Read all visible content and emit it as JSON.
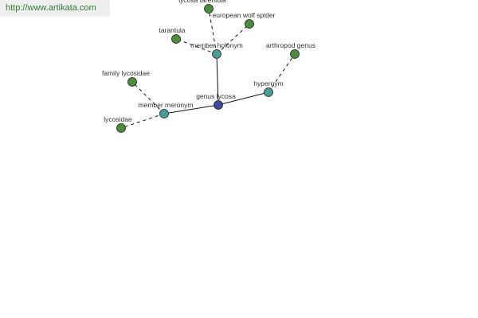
{
  "site": {
    "url": "http://www.artikata.com"
  },
  "graph": {
    "colors": {
      "center": "#3a4aa0",
      "relation": "#4a9c97",
      "leaf": "#4c8d3c"
    },
    "nodes": [
      {
        "id": "genus-lycosa",
        "label": "genus lycosa",
        "kind": "center"
      },
      {
        "id": "member-holonym",
        "label": "member holonym",
        "kind": "relation"
      },
      {
        "id": "hypernym",
        "label": "hypernym",
        "kind": "relation"
      },
      {
        "id": "member-meronym",
        "label": "member meronym",
        "kind": "relation"
      },
      {
        "id": "lycosa-tarentula",
        "label": "lycosa tarentula",
        "kind": "leaf"
      },
      {
        "id": "european-wolf-spider",
        "label": "european wolf spider",
        "kind": "leaf"
      },
      {
        "id": "tarantula",
        "label": "tarantula",
        "kind": "leaf"
      },
      {
        "id": "arthropod-genus",
        "label": "arthropod genus",
        "kind": "leaf"
      },
      {
        "id": "family-lycosidae",
        "label": "family lycosidae",
        "kind": "leaf"
      },
      {
        "id": "lycosidae",
        "label": "lycosidae",
        "kind": "leaf"
      }
    ],
    "edges": [
      {
        "from": "genus-lycosa",
        "to": "member-holonym",
        "style": "solid"
      },
      {
        "from": "genus-lycosa",
        "to": "hypernym",
        "style": "solid"
      },
      {
        "from": "genus-lycosa",
        "to": "member-meronym",
        "style": "solid"
      },
      {
        "from": "member-holonym",
        "to": "lycosa-tarentula",
        "style": "dashed"
      },
      {
        "from": "member-holonym",
        "to": "european-wolf-spider",
        "style": "dashed"
      },
      {
        "from": "member-holonym",
        "to": "tarantula",
        "style": "dashed"
      },
      {
        "from": "hypernym",
        "to": "arthropod-genus",
        "style": "dashed"
      },
      {
        "from": "member-meronym",
        "to": "family-lycosidae",
        "style": "dashed"
      },
      {
        "from": "member-meronym",
        "to": "lycosidae",
        "style": "dashed"
      }
    ]
  }
}
